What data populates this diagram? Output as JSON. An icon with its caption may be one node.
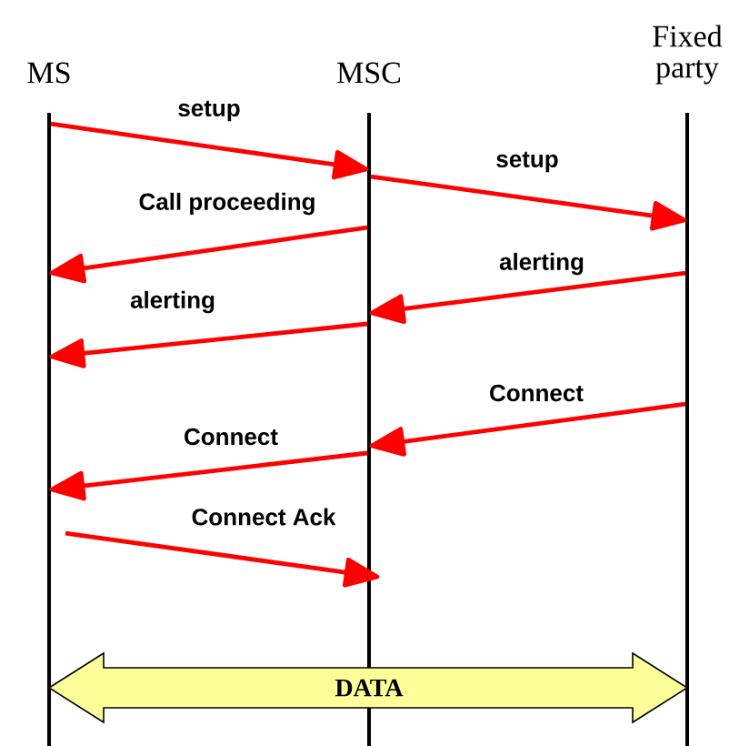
{
  "diagram": {
    "nodes": [
      {
        "text": [
          "MS"
        ]
      },
      {
        "text": [
          "MSC"
        ]
      },
      {
        "text": [
          "Fixed party"
        ]
      }
    ],
    "edges": [
      {
        "from": 0,
        "to": 1,
        "arrow": "to",
        "label": "setup"
      },
      {
        "from": 1,
        "to": 2,
        "arrow": "to",
        "label": "setup"
      },
      {
        "from": 1,
        "to": 0,
        "arrow": "to",
        "label": "Call proceeding"
      },
      {
        "from": 2,
        "to": 1,
        "arrow": "to",
        "label": "alerting"
      },
      {
        "from": 1,
        "to": 0,
        "arrow": "to",
        "label": "alerting"
      },
      {
        "from": 2,
        "to": 1,
        "arrow": "to",
        "label": "Connect"
      },
      {
        "from": 1,
        "to": 0,
        "arrow": "to",
        "label": "Connect"
      },
      {
        "from": 0,
        "to": 1,
        "arrow": "to",
        "label": "Connect Ack"
      },
      {
        "from": 0,
        "to": 2,
        "arrow": "both",
        "label": "DATA",
        "style": "thick",
        "color": "#ffff99"
      }
    ]
  }
}
